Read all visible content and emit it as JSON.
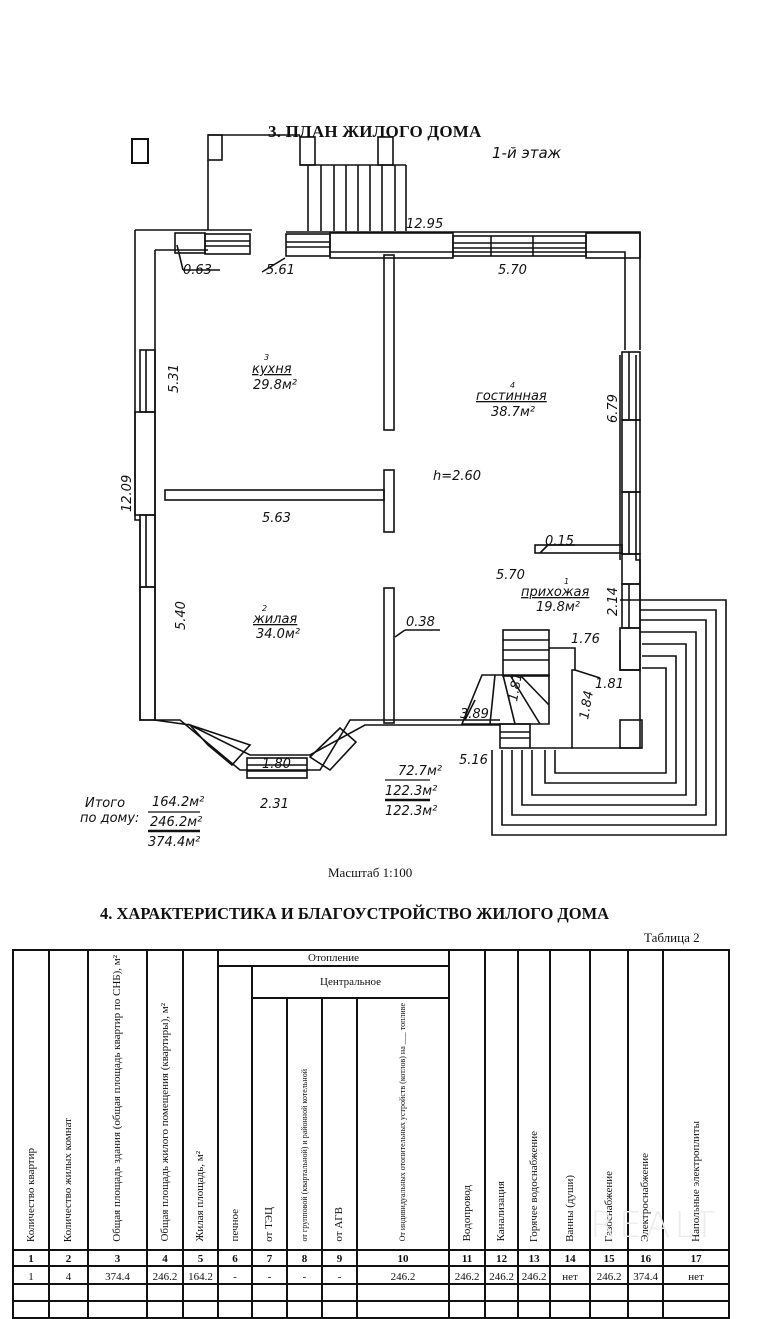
{
  "plan": {
    "title": "3. ПЛАН ЖИЛОГО ДОМА",
    "floor": "1-й этаж",
    "ceiling_height": "h=2.60",
    "rooms": [
      {
        "num": "1",
        "name": "прихожая",
        "area": "19.8м²"
      },
      {
        "num": "2",
        "name": "жилая",
        "area": "34.0м²"
      },
      {
        "num": "3",
        "name": "кухня",
        "area": "29.8м²"
      },
      {
        "num": "4",
        "name": "гостинная",
        "area": "38.7м²"
      }
    ],
    "dimensions": {
      "top_total": "12.95",
      "kitchen_width": "5.61",
      "living_width": "5.70",
      "wall_thickness": "0.63",
      "kitchen_length": "5.31",
      "left_total": "12.09",
      "partition_length": "5.63",
      "living_length": "6.79",
      "partition_thickness": "0.15",
      "hall_width": "5.70",
      "hall_length": "2.14",
      "living_room_length": "5.40",
      "inner_wall": "0.38",
      "stair_a": "1.76",
      "stair_b": "1.81",
      "stair_c": "1.81",
      "stair_d": "1.84",
      "stair_e": "3.89",
      "bottom_right": "5.16",
      "bay_inner": "1.80",
      "bay_outer": "2.31"
    },
    "floor_totals": [
      "72.7м²",
      "122.3м²",
      "122.3м²"
    ],
    "house_totals_label_1": "Итого",
    "house_totals_label_2": "по дому:",
    "house_totals": [
      "164.2м²",
      "246.2м²",
      "374.4м²"
    ],
    "scale": "Масштаб  1:100"
  },
  "characteristics": {
    "title": "4. ХАРАКТЕРИСТИКА И БЛАГОУСТРОЙСТВО ЖИЛОГО ДОМА",
    "table_label": "Таблица 2",
    "group_heating": "Отопление",
    "group_central": "Центральное",
    "columns": [
      "Количество квартир",
      "Количество жилых комнат",
      "Общая площадь здания (общая площадь квартир по СНБ), м²",
      "Общая площадь жилого помещения (квартиры), м²",
      "Жилая площадь, м²",
      "печное",
      "от ТЭЦ",
      "от групповой (квартальной) и районной котельной",
      "от АГВ",
      "От индивидуальных отопительных устройств (котлов) на ___ топливе",
      "Водопровод",
      "Канализация",
      "Горячее водоснабжение",
      "Ванны (души)",
      "Газоснабжение",
      "Электроснабжение",
      "Напольные электроплиты"
    ],
    "column_numbers": [
      "1",
      "2",
      "3",
      "4",
      "5",
      "6",
      "7",
      "8",
      "9",
      "10",
      "11",
      "12",
      "13",
      "14",
      "15",
      "16",
      "17"
    ],
    "rows": [
      [
        "1",
        "4",
        "374.4",
        "246.2",
        "164.2",
        "-",
        "-",
        "-",
        "-",
        "246.2",
        "246.2",
        "246.2",
        "246.2",
        "нет",
        "246.2",
        "374.4",
        "нет"
      ]
    ]
  },
  "watermark": "REALT"
}
